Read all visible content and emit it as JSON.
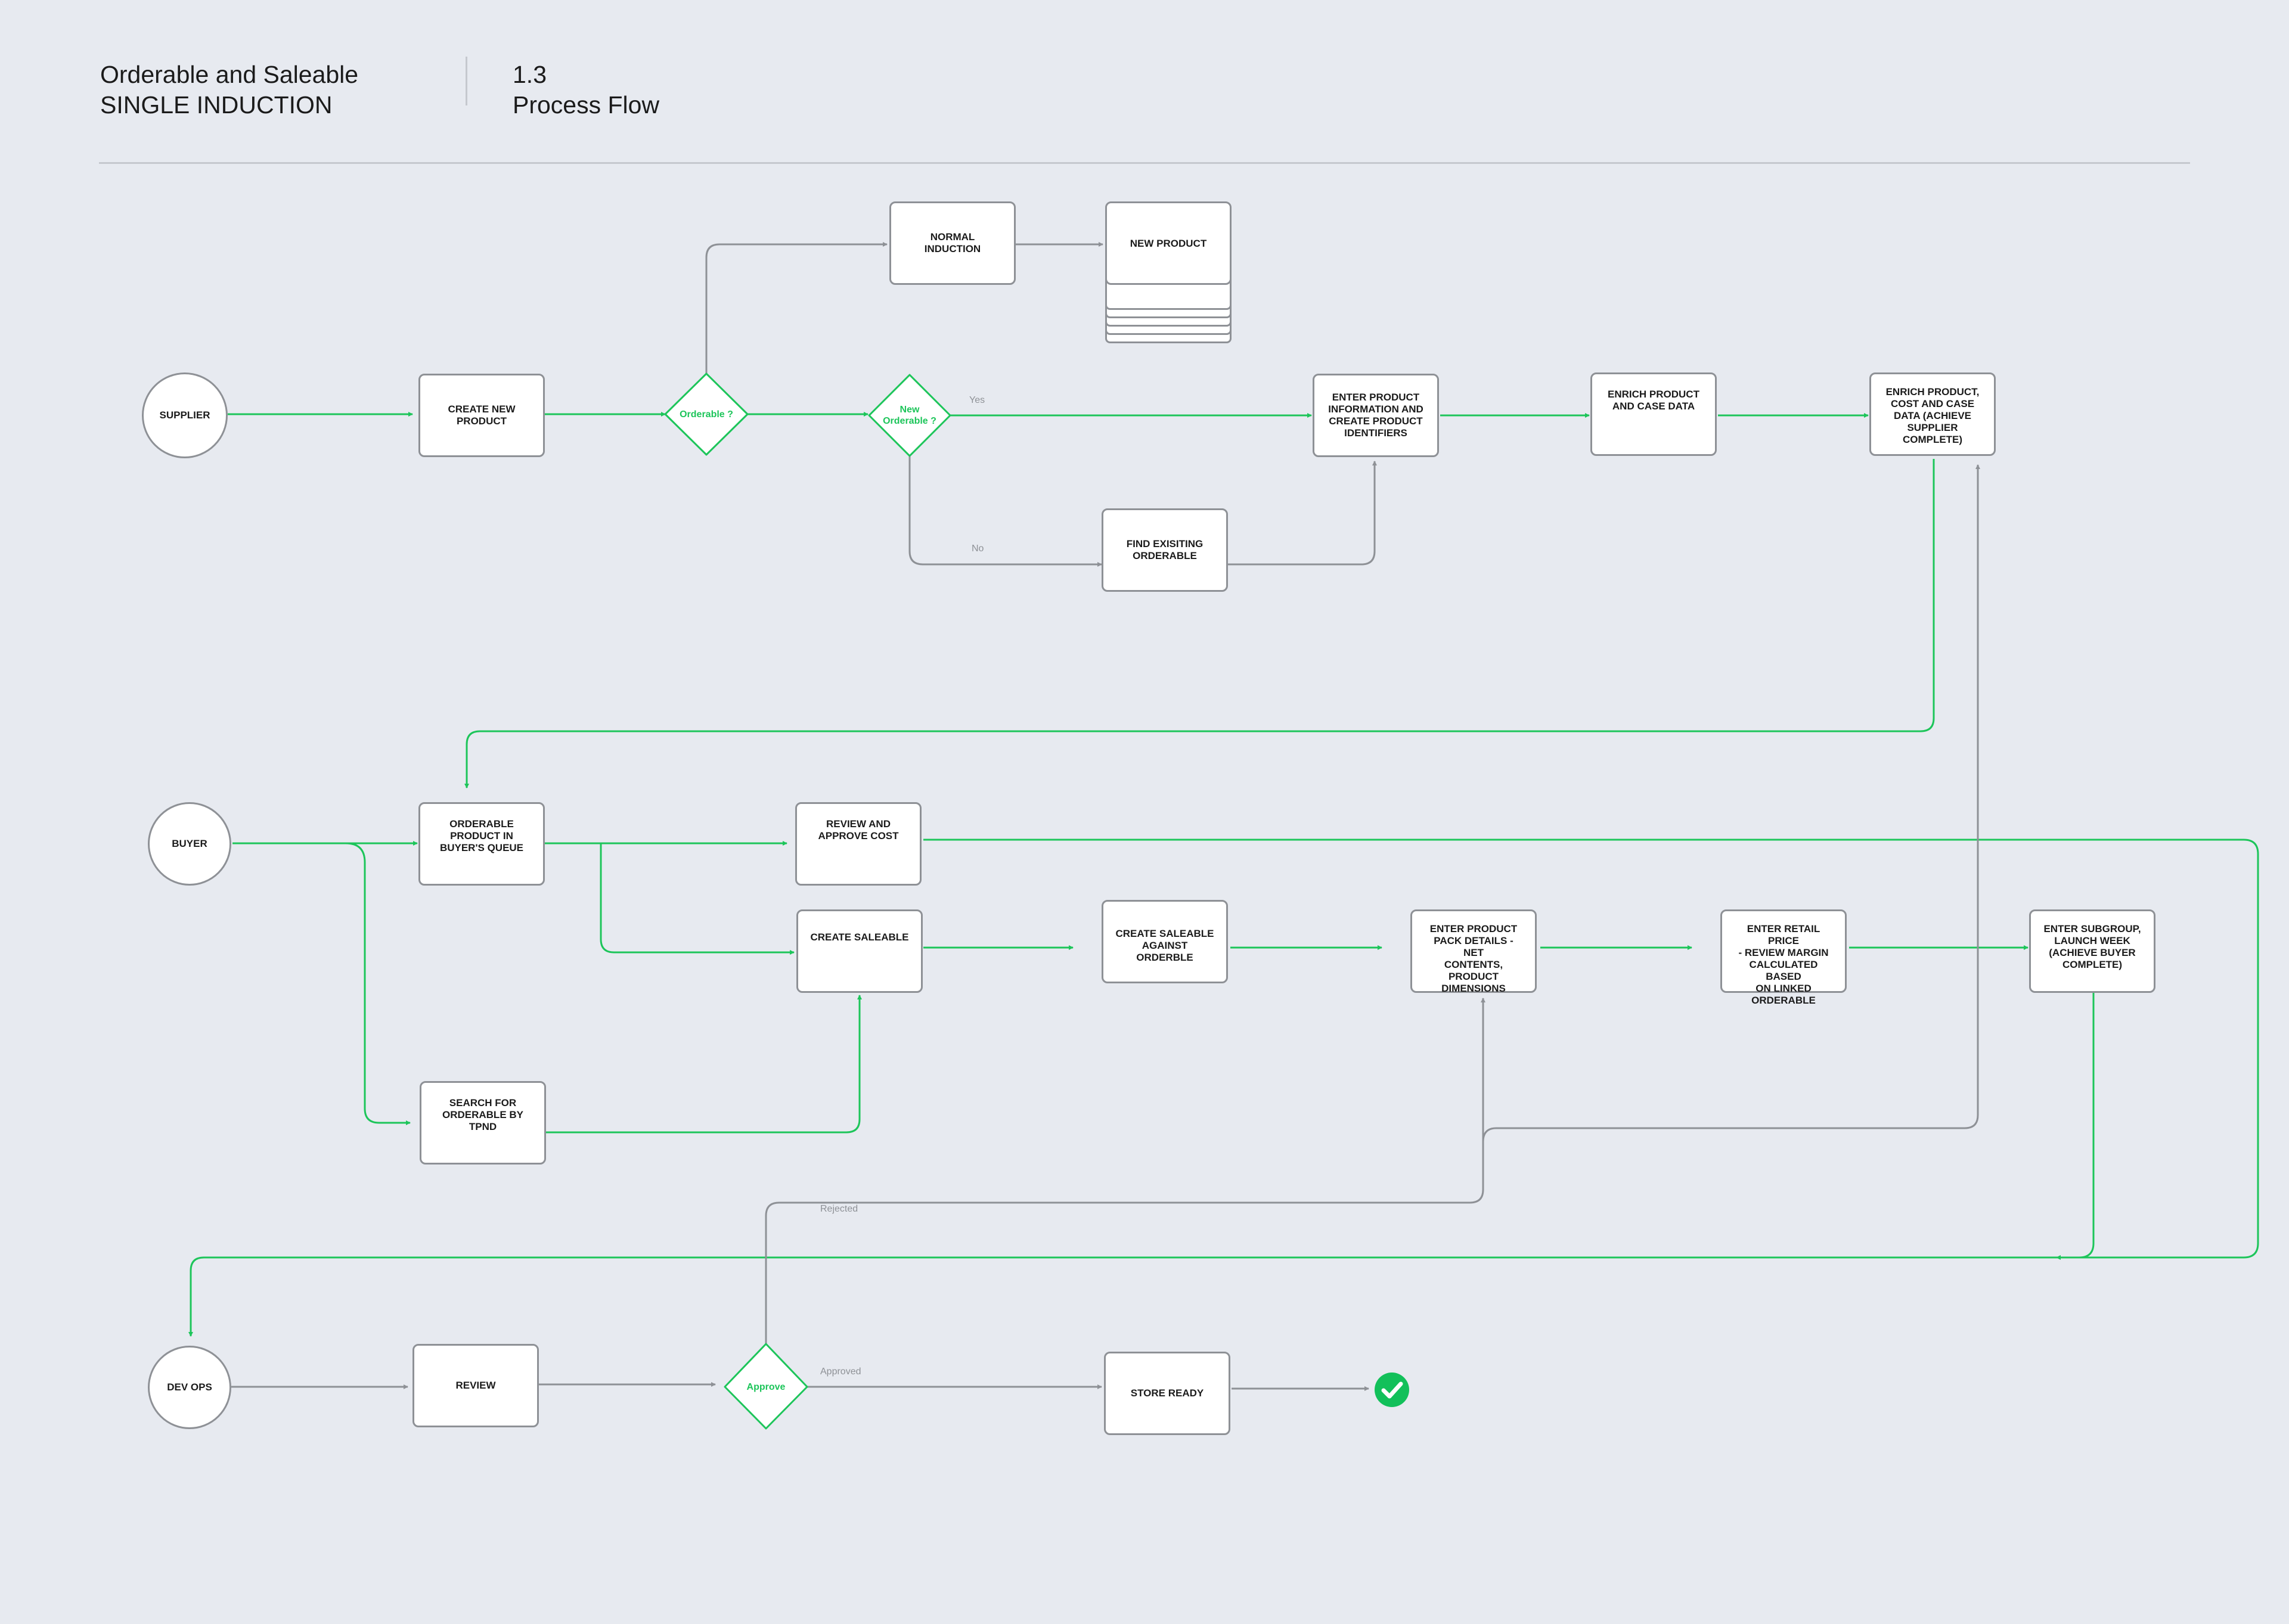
{
  "header": {
    "title_line1": "Orderable and Saleable",
    "title_line2": "SINGLE INDUCTION",
    "section_number": "1.3",
    "section_title": "Process Flow"
  },
  "lanes": {
    "supplier": "SUPPLIER",
    "buyer": "BUYER",
    "dev_ops": "DEV OPS"
  },
  "nodes": {
    "create_new_product": "CREATE NEW\nPRODUCT",
    "orderable_decision": "Orderable ?",
    "normal_induction": "NORMAL\nINDUCTION",
    "new_product": "NEW PRODUCT",
    "new_orderable_decision": "New\nOrderable ?",
    "enter_product_info": "ENTER PRODUCT\nINFORMATION AND\nCREATE PRODUCT\nIDENTIFIERS",
    "find_existing_orderable": "FIND EXISITING\nORDERABLE",
    "enrich_product_case": "ENRICH PRODUCT\nAND CASE DATA",
    "enrich_product_cost_case": "ENRICH PRODUCT,\nCOST AND CASE\nDATA (ACHIEVE\nSUPPLIER\nCOMPLETE)",
    "orderable_in_queue": "ORDERABLE\nPRODUCT IN\nBUYER'S QUEUE",
    "review_approve_cost": "REVIEW AND\nAPPROVE COST",
    "create_saleable": "CREATE SALEABLE",
    "create_saleable_against_orderble": "CREATE SALEABLE\nAGAINST ORDERBLE",
    "enter_pack_details": "ENTER PRODUCT\nPACK DETAILS - NET\nCONTENTS,\nPRODUCT\nDIMENSIONS",
    "enter_retail_price": "ENTER RETAIL PRICE\n- REVIEW MARGIN\nCALCULATED BASED\nON LINKED\nORDERABLE",
    "enter_subgroup": "ENTER SUBGROUP,\nLAUNCH WEEK\n(ACHIEVE BUYER\nCOMPLETE)",
    "search_orderable_tpnd": "SEARCH FOR\nORDERABLE BY\nTPND",
    "review": "REVIEW",
    "approve_decision": "Approve",
    "store_ready": "STORE READY"
  },
  "edge_labels": {
    "yes": "Yes",
    "no": "No",
    "rejected": "Rejected",
    "approved": "Approved"
  },
  "colors": {
    "background": "#e7eaf0",
    "green_flow": "#1dc55a",
    "grey_flow": "#8e9196",
    "check_badge": "#12c05a"
  },
  "icons": {
    "completion": "check-circle-icon"
  }
}
